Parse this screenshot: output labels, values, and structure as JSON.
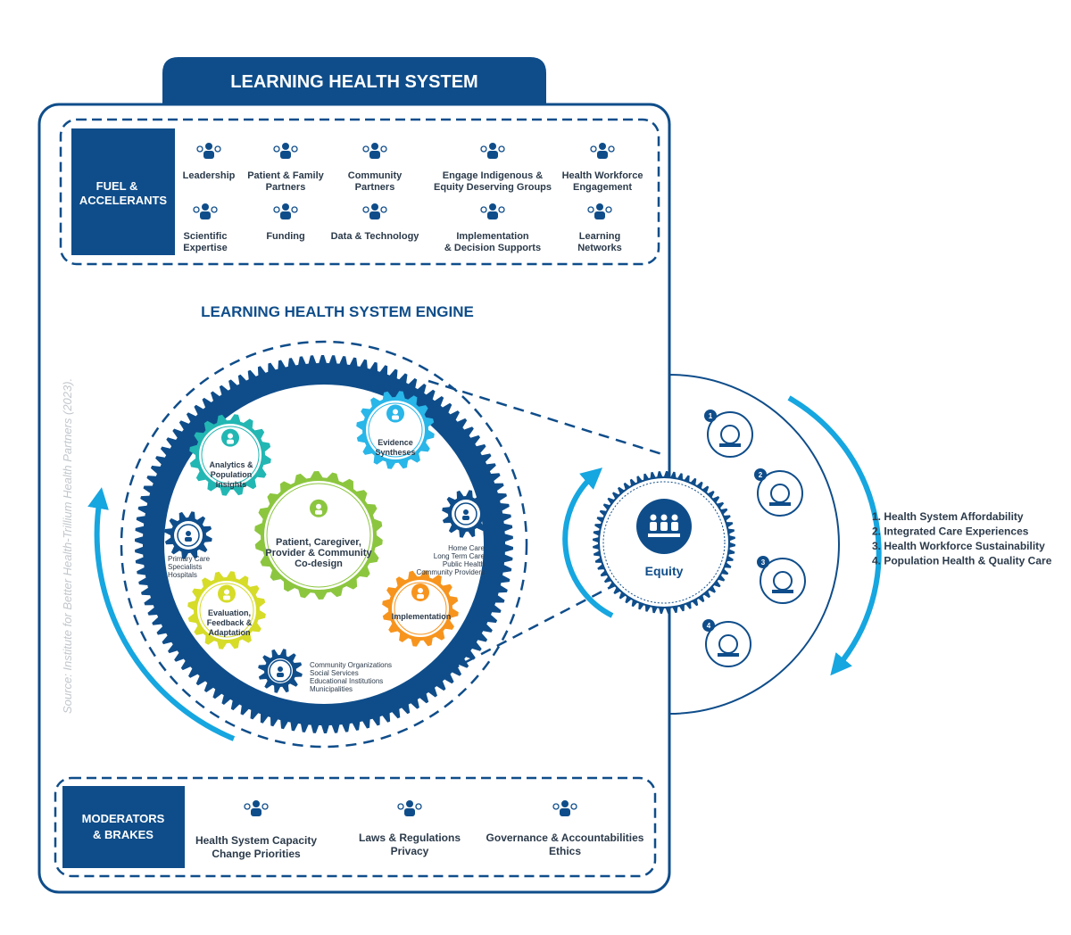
{
  "title": "LEARNING HEALTH SYSTEM",
  "fuel": {
    "header_line1": "FUEL &",
    "header_line2": "ACCELERANTS",
    "items": [
      {
        "line1": "Leadership",
        "line2": "",
        "icon": "leadership-icon"
      },
      {
        "line1": "Patient & Family",
        "line2": "Partners",
        "icon": "patient-family-icon"
      },
      {
        "line1": "Community",
        "line2": "Partners",
        "icon": "handshake-icon"
      },
      {
        "line1": "Engage Indigenous &",
        "line2": "Equity Deserving Groups",
        "icon": "people-group-icon"
      },
      {
        "line1": "Health Workforce",
        "line2": "Engagement",
        "icon": "hands-cross-icon"
      },
      {
        "line1": "Scientific",
        "line2": "Expertise",
        "icon": "atom-icon"
      },
      {
        "line1": "Funding",
        "line2": "",
        "icon": "funding-icon"
      },
      {
        "line1": "Data & Technology",
        "line2": "",
        "icon": "computer-icon"
      },
      {
        "line1": "Implementation",
        "line2": "& Decision Supports",
        "icon": "flowchart-icon"
      },
      {
        "line1": "Learning",
        "line2": "Networks",
        "icon": "network-person-icon"
      }
    ]
  },
  "engine": {
    "title": "LEARNING HEALTH SYSTEM ENGINE",
    "center": [
      "Patient, Caregiver,",
      "Provider & Community",
      "Co-design"
    ],
    "analytics": [
      "Analytics &",
      "Population",
      "Insights"
    ],
    "evidence": [
      "Evidence",
      "Syntheses"
    ],
    "evaluation": [
      "Evaluation,",
      "Feedback &",
      "Adaptation"
    ],
    "implementation": [
      "Implementation"
    ],
    "primary": [
      "Primary Care",
      "Specialists",
      "Hospitals"
    ],
    "home": [
      "Home Care",
      "Long Term Care",
      "Public Health",
      "Community Providers"
    ],
    "community": [
      "Community Organizations",
      "Social Services",
      "Educational Institutions",
      "Municipalities"
    ]
  },
  "source": "Source: Institute for Better Health-Trillium Health Partners (2023).",
  "equity": "Equity",
  "outcomes": {
    "numbers": [
      "1",
      "2",
      "3",
      "4"
    ],
    "list": [
      "1.  Health System Affordability",
      "2.  Integrated Care Experiences",
      "3.  Health Workforce Sustainability",
      "4.  Population Health & Quality Care"
    ]
  },
  "moderators": {
    "header_line1": "MODERATORS",
    "header_line2": "& BRAKES",
    "items": [
      {
        "line1": "Health System Capacity",
        "line2": "Change Priorities",
        "icon": "capacity-icon"
      },
      {
        "line1": "Laws & Regulations",
        "line2": "Privacy",
        "icon": "gavel-icon"
      },
      {
        "line1": "Governance & Accountabilities",
        "line2": "Ethics",
        "icon": "scales-icon"
      }
    ]
  },
  "colors": {
    "navy": "#0f4d8a",
    "light_blue": "#16a6e0",
    "cyan_gear": "#29b6e8",
    "teal_gear": "#22b7b3",
    "green_gear": "#8cc63f",
    "yellow_gear": "#d6dc28",
    "orange_gear": "#f7941d"
  }
}
